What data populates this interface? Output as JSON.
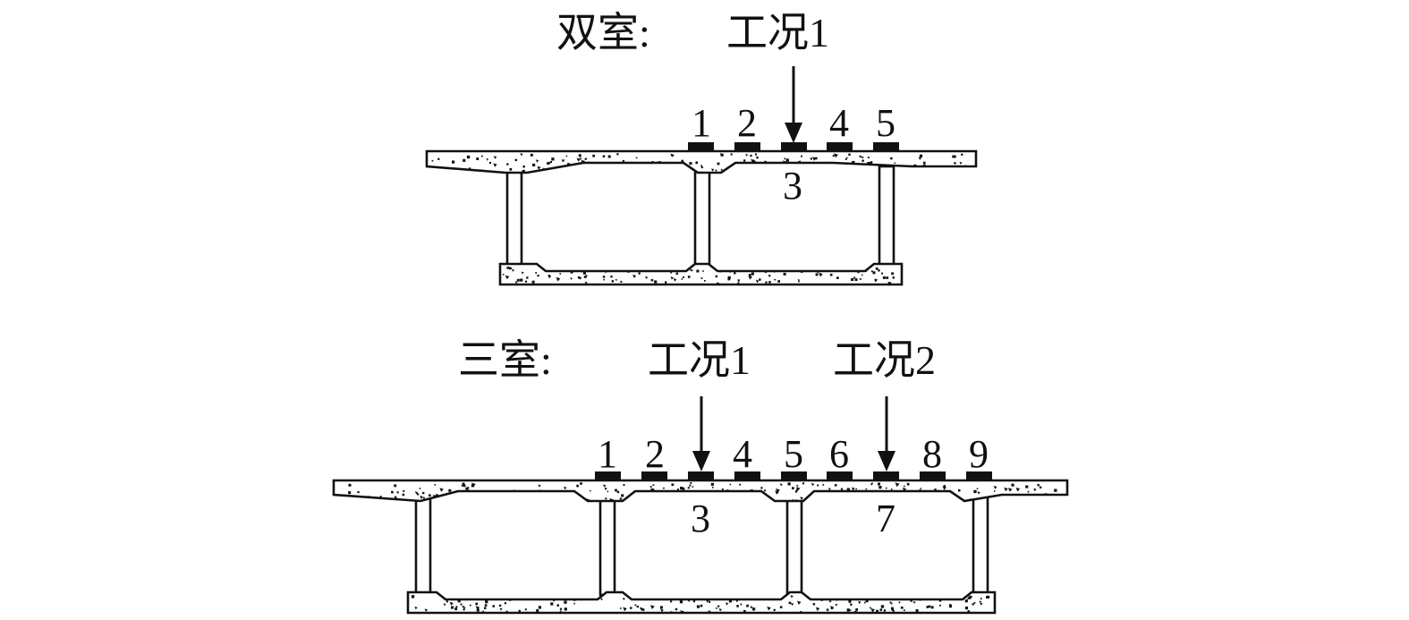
{
  "double_cell": {
    "title": "双室:",
    "cases": [
      {
        "label": "工况1",
        "load_on_position": "3"
      }
    ],
    "positions": [
      "1",
      "2",
      "3",
      "4",
      "5"
    ]
  },
  "triple_cell": {
    "title": "三室:",
    "cases": [
      {
        "label": "工况1",
        "load_on_position": "3"
      },
      {
        "label": "工况2",
        "load_on_position": "7"
      }
    ],
    "positions": [
      "1",
      "2",
      "3",
      "4",
      "5",
      "6",
      "7",
      "8",
      "9"
    ]
  }
}
